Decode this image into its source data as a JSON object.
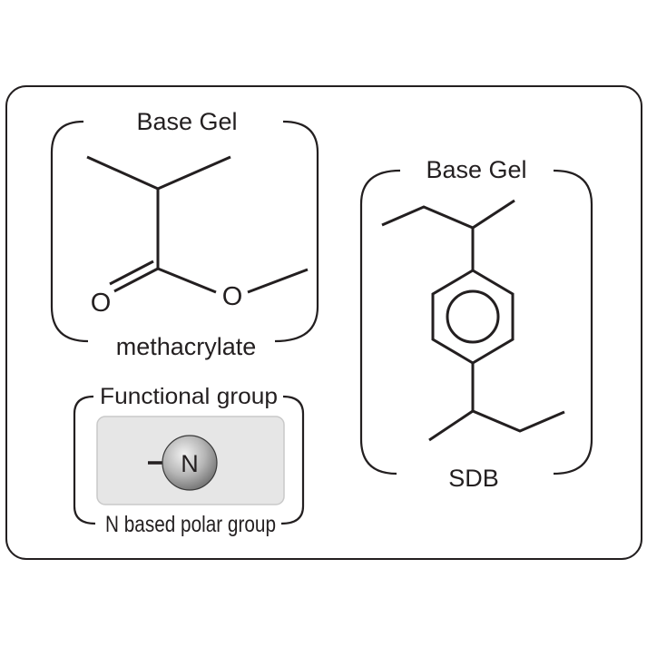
{
  "panel": {
    "methacrylate": {
      "top_label": "Base Gel",
      "bottom_label": "methacrylate",
      "atoms": {
        "carbonyl_oxygen": "O",
        "ester_oxygen": "O"
      }
    },
    "sdb": {
      "top_label": "Base Gel",
      "bottom_label": "SDB"
    },
    "functional": {
      "top_label": "Functional group",
      "bottom_label": "N based polar group",
      "atom": "N"
    }
  }
}
